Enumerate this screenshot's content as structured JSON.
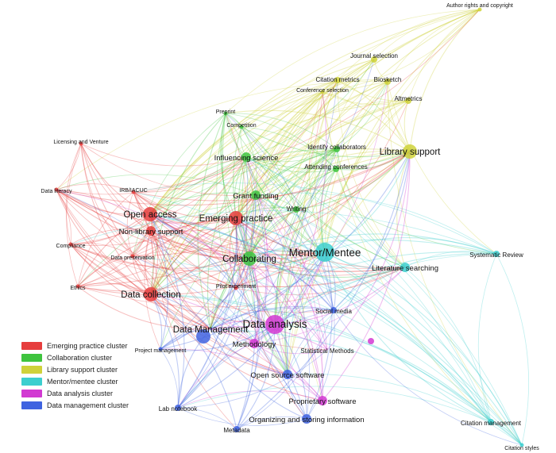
{
  "network": {
    "clusters": [
      {
        "id": "emerging",
        "label": "Emerging practice cluster",
        "color": "#e63d3d"
      },
      {
        "id": "collab",
        "label": "Collaboration cluster",
        "color": "#3fc43f"
      },
      {
        "id": "library",
        "label": "Library support cluster",
        "color": "#cfd23a"
      },
      {
        "id": "mentor",
        "label": "Mentor/mentee cluster",
        "color": "#3ccfcf"
      },
      {
        "id": "analysis",
        "label": "Data analysis cluster",
        "color": "#d23ad2"
      },
      {
        "id": "management",
        "label": "Data management cluster",
        "color": "#3f63e0"
      }
    ],
    "nodes": [
      {
        "label": "Author rights and copyright",
        "cluster": "library",
        "weight": 0
      },
      {
        "label": "Journal selection",
        "cluster": "library",
        "weight": 1
      },
      {
        "label": "Citation metrics",
        "cluster": "library",
        "weight": 1
      },
      {
        "label": "Biosketch",
        "cluster": "library",
        "weight": 1
      },
      {
        "label": "Conference selection",
        "cluster": "library",
        "weight": 0
      },
      {
        "label": "Altmetrics",
        "cluster": "library",
        "weight": 1
      },
      {
        "label": "Library support",
        "cluster": "library",
        "weight": 3
      },
      {
        "label": "Preprint",
        "cluster": "collab",
        "weight": 0
      },
      {
        "label": "Competition",
        "cluster": "collab",
        "weight": 0
      },
      {
        "label": "Identify collaborators",
        "cluster": "collab",
        "weight": 1
      },
      {
        "label": "Influencing science",
        "cluster": "collab",
        "weight": 2
      },
      {
        "label": "Attending conferences",
        "cluster": "collab",
        "weight": 1
      },
      {
        "label": "Grant funding",
        "cluster": "collab",
        "weight": 2
      },
      {
        "label": "Writing",
        "cluster": "collab",
        "weight": 1
      },
      {
        "label": "Collaborating",
        "cluster": "collab",
        "weight": 3
      },
      {
        "label": "Licensing and Venture",
        "cluster": "emerging",
        "weight": 0
      },
      {
        "label": "Data literacy",
        "cluster": "emerging",
        "weight": 0
      },
      {
        "label": "IRB/IACUC",
        "cluster": "emerging",
        "weight": 0
      },
      {
        "label": "Open access",
        "cluster": "emerging",
        "weight": 3
      },
      {
        "label": "Emerging practice",
        "cluster": "emerging",
        "weight": 3
      },
      {
        "label": "Non-library support",
        "cluster": "emerging",
        "weight": 2
      },
      {
        "label": "Compliance",
        "cluster": "emerging",
        "weight": 0
      },
      {
        "label": "Data preservation",
        "cluster": "emerging",
        "weight": 0
      },
      {
        "label": "Ethics",
        "cluster": "emerging",
        "weight": 0
      },
      {
        "label": "Data collection",
        "cluster": "emerging",
        "weight": 3
      },
      {
        "label": "Pilot experiment",
        "cluster": "emerging",
        "weight": 0
      },
      {
        "label": "Mentor/Mentee",
        "cluster": "mentor",
        "weight": 4
      },
      {
        "label": "Literature searching",
        "cluster": "mentor",
        "weight": 2
      },
      {
        "label": "Systematic Review",
        "cluster": "mentor",
        "weight": 1
      },
      {
        "label": "Citation management",
        "cluster": "mentor",
        "weight": 1
      },
      {
        "label": "Citation styles",
        "cluster": "mentor",
        "weight": 0
      },
      {
        "label": "Social media",
        "cluster": "management",
        "weight": 1
      },
      {
        "label": "Data analysis",
        "cluster": "analysis",
        "weight": 4
      },
      {
        "label": "Methodology",
        "cluster": "analysis",
        "weight": 2
      },
      {
        "label": "Statistical Methods",
        "cluster": "analysis",
        "weight": 1
      },
      {
        "label": "Proprietary software",
        "cluster": "analysis",
        "weight": 2
      },
      {
        "label": "Data Management",
        "cluster": "management",
        "weight": 3
      },
      {
        "label": "Project management",
        "cluster": "management",
        "weight": 0
      },
      {
        "label": "Open source software",
        "cluster": "management",
        "weight": 2
      },
      {
        "label": "Lab notebook",
        "cluster": "management",
        "weight": 1
      },
      {
        "label": "Metadata",
        "cluster": "management",
        "weight": 1
      },
      {
        "label": "Organizing and storing information",
        "cluster": "management",
        "weight": 2
      }
    ]
  }
}
